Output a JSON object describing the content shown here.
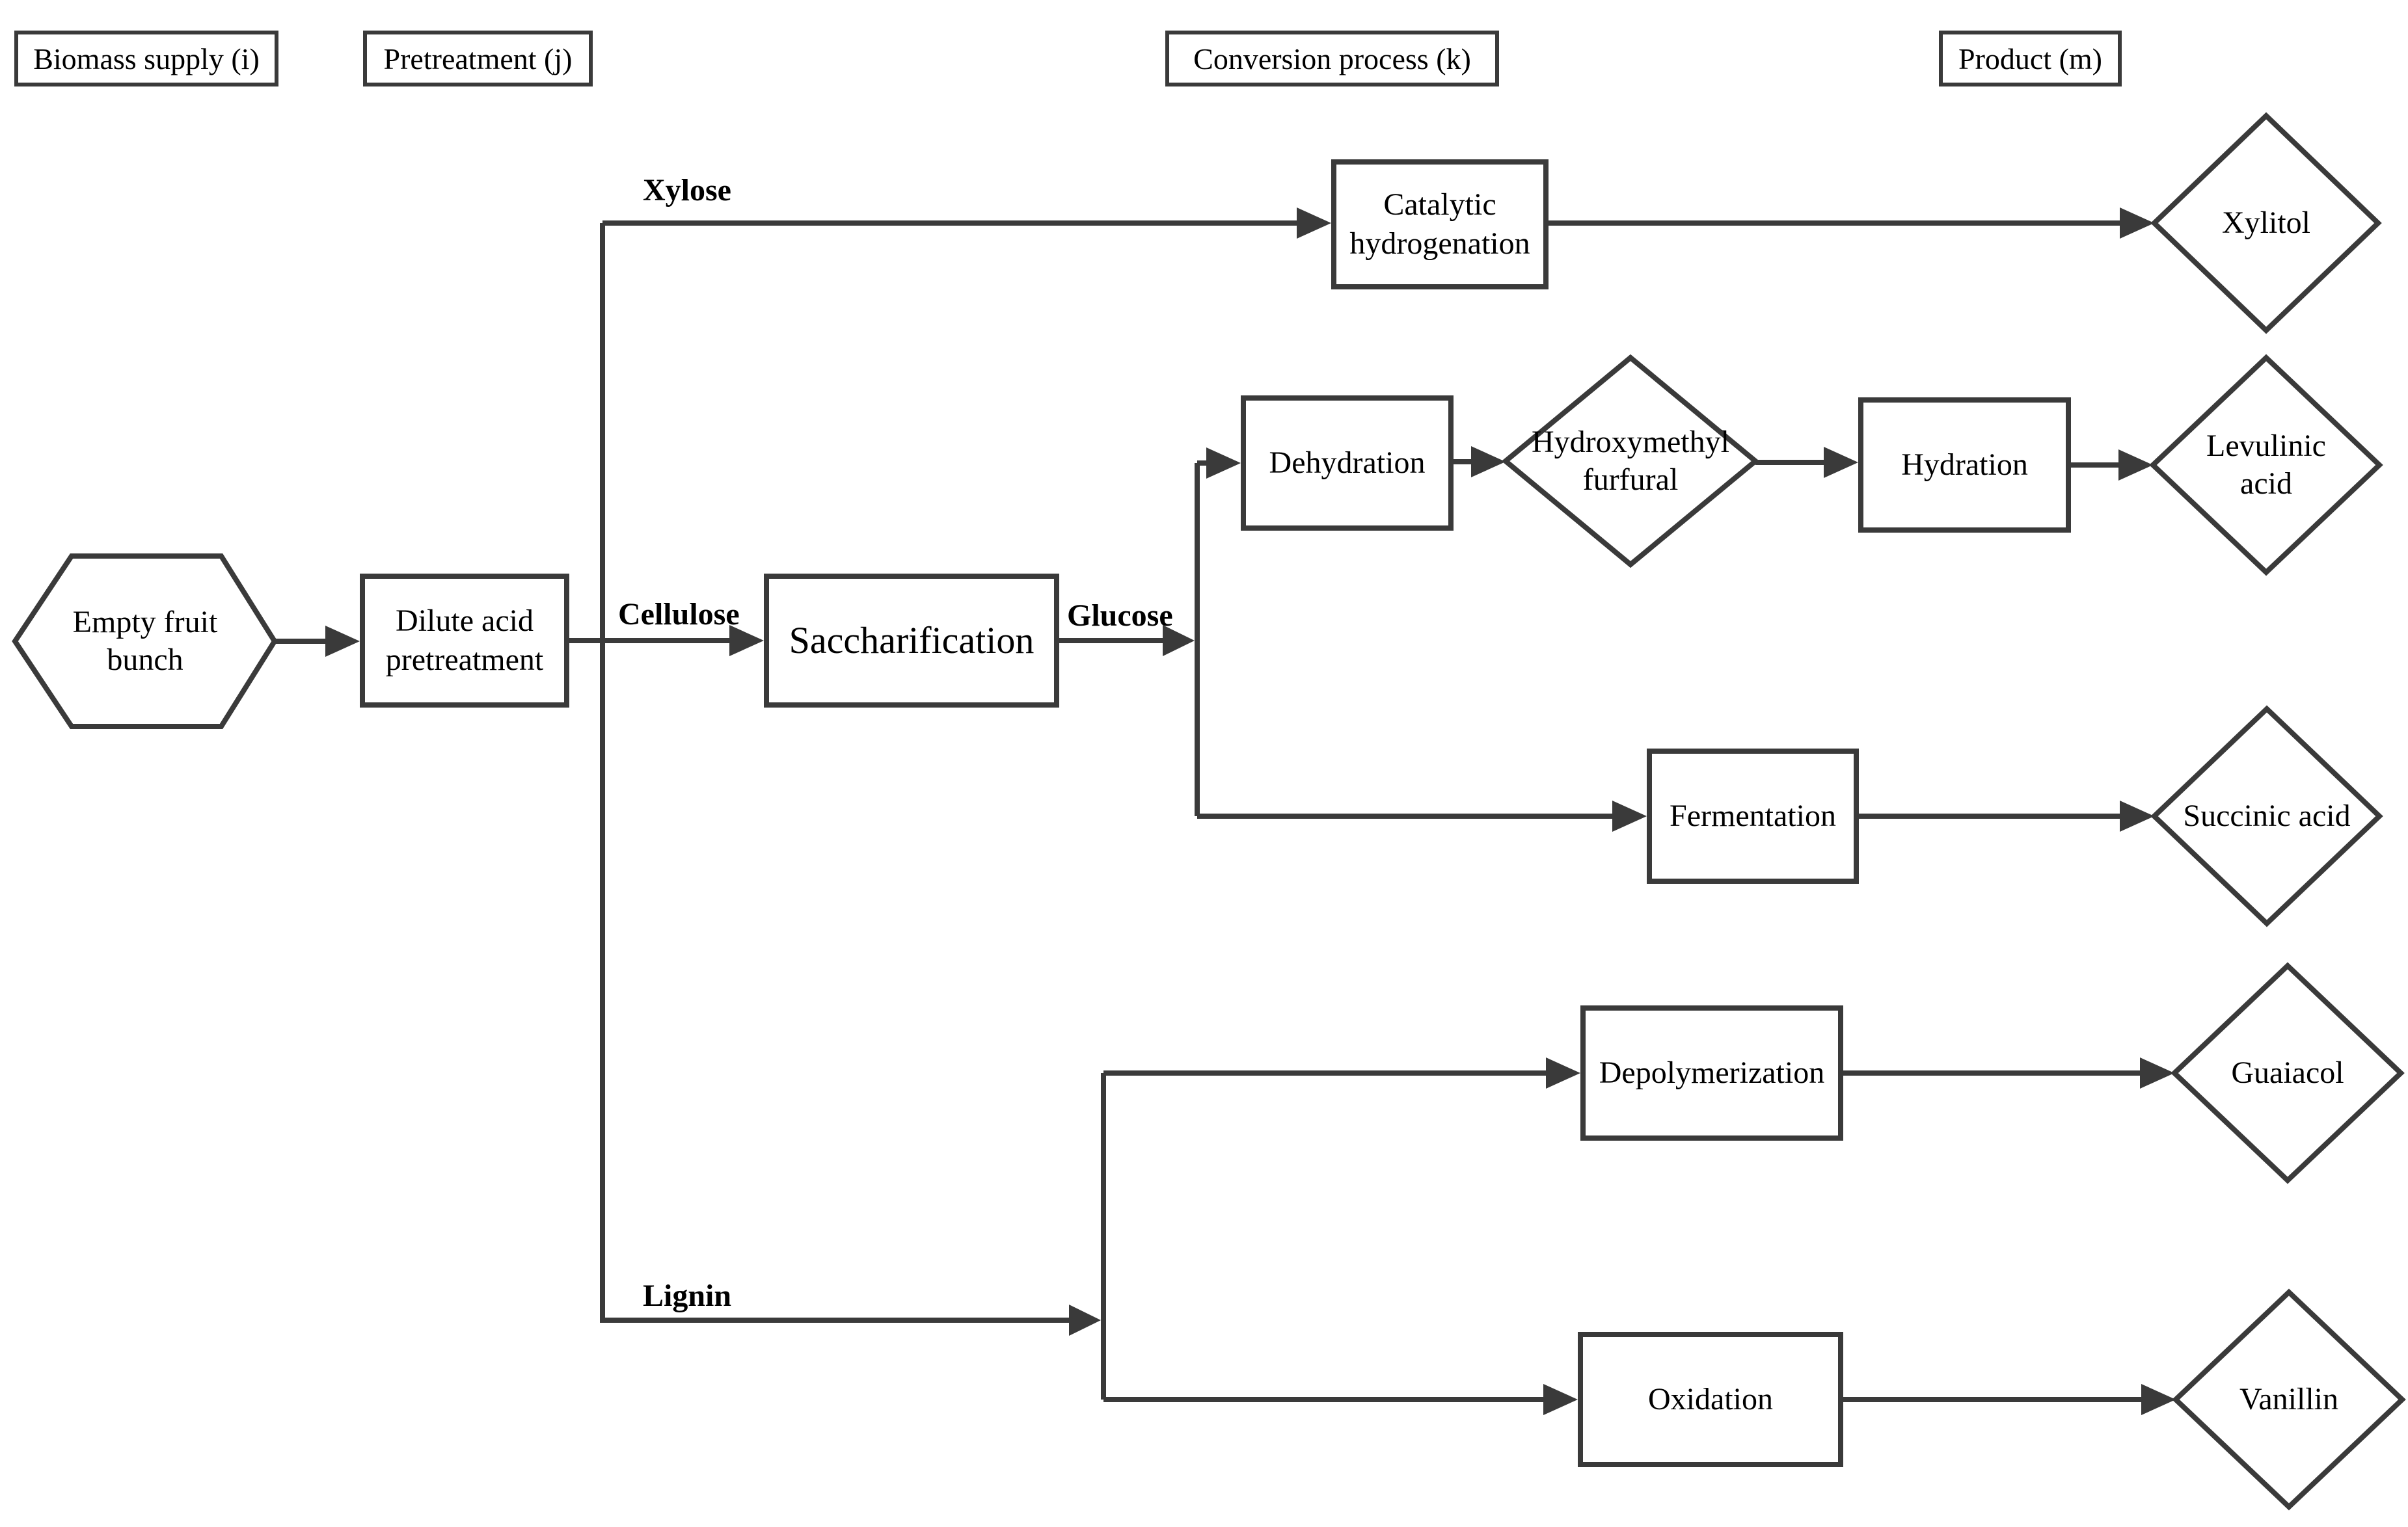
{
  "headers": [
    {
      "label": "Biomass supply (i)"
    },
    {
      "label": "Pretreatment (j)"
    },
    {
      "label": "Conversion process (k)"
    },
    {
      "label": "Product (m)"
    }
  ],
  "nodes": {
    "empty_fruit_bunch": {
      "label": "Empty fruit bunch",
      "shape": "hexagon"
    },
    "dilute_acid": {
      "label": "Dilute acid pretreatment",
      "shape": "rect"
    },
    "saccharification": {
      "label": "Saccharification",
      "shape": "rect"
    },
    "catalytic_hydrogenation": {
      "label": "Catalytic hydrogenation",
      "shape": "rect"
    },
    "dehydration": {
      "label": "Dehydration",
      "shape": "rect"
    },
    "hydroxymethyl_furfural": {
      "label": "Hydroxymethyl furfural",
      "shape": "diamond"
    },
    "hydration": {
      "label": "Hydration",
      "shape": "rect"
    },
    "fermentation": {
      "label": "Fermentation",
      "shape": "rect"
    },
    "depolymerization": {
      "label": "Depolymerization",
      "shape": "rect"
    },
    "oxidation": {
      "label": "Oxidation",
      "shape": "rect"
    },
    "xylitol": {
      "label": "Xylitol",
      "shape": "diamond"
    },
    "levulinic_acid": {
      "label": "Levulinic acid",
      "shape": "diamond"
    },
    "succinic_acid": {
      "label": "Succinic acid",
      "shape": "diamond"
    },
    "guaiacol": {
      "label": "Guaiacol",
      "shape": "diamond"
    },
    "vanillin": {
      "label": "Vanillin",
      "shape": "diamond"
    }
  },
  "stream_labels": {
    "xylose": "Xylose",
    "cellulose": "Cellulose",
    "glucose": "Glucose",
    "lignin": "Lignin"
  },
  "colors": {
    "stroke": "#3a3a3a",
    "text": "#000000",
    "background": "#ffffff"
  }
}
